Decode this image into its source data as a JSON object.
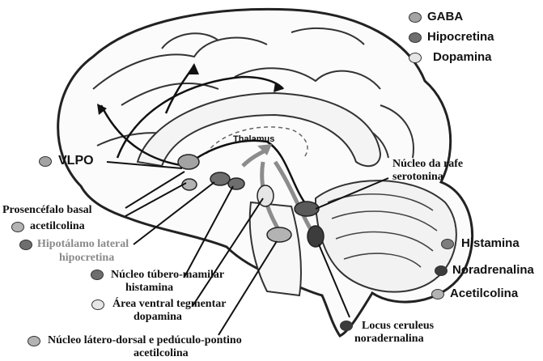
{
  "colors": {
    "gaba": "#a3a3a3",
    "hipocretina": "#6e6e6e",
    "dopamina": "#e6e6e6",
    "histamina": "#7d7d7d",
    "noradrenalina": "#3c3c3c",
    "acetilcolina": "#b3b3b3",
    "serotonina": "#5a5a5a"
  },
  "legend_top": [
    {
      "label": "GABA",
      "color": "#a3a3a3",
      "icon": "gray-circle-icon"
    },
    {
      "label": "Hipocretina",
      "color": "#6e6e6e",
      "icon": "dark-gray-circle-icon"
    },
    {
      "label": "Dopamina",
      "color": "#e6e6e6",
      "icon": "light-gray-circle-icon"
    }
  ],
  "legend_right": [
    {
      "label": "Histamina",
      "color": "#7d7d7d",
      "icon": "gray-circle-icon"
    },
    {
      "label": "Noradrenalina",
      "color": "#3c3c3c",
      "icon": "black-circle-icon"
    },
    {
      "label": "Acetilcolina",
      "color": "#b3b3b3",
      "icon": "light-gray-circle-icon"
    }
  ],
  "labels": {
    "vlpo": "VLPO",
    "thalamus": "Thalamus",
    "prosencefalo_1": "Prosencéfalo basal",
    "prosencefalo_2": "acetilcolina",
    "hipotalamo_1": "Hipotálamo lateral",
    "hipotalamo_2": "hipocretina",
    "tubero_1": "Núcleo túbero-mamilar",
    "tubero_2": "histamina",
    "ventral_1": "Área ventral tegmentar",
    "ventral_2": "dopamina",
    "latero_1": "Núcleo látero-dorsal e  pedúculo-pontino",
    "latero_2": "acetilcolina",
    "rafe_1": "Núcleo da rafe",
    "rafe_2": "serotonina",
    "locus_1": "Locus ceruleus",
    "locus_2": "noradernalina"
  }
}
